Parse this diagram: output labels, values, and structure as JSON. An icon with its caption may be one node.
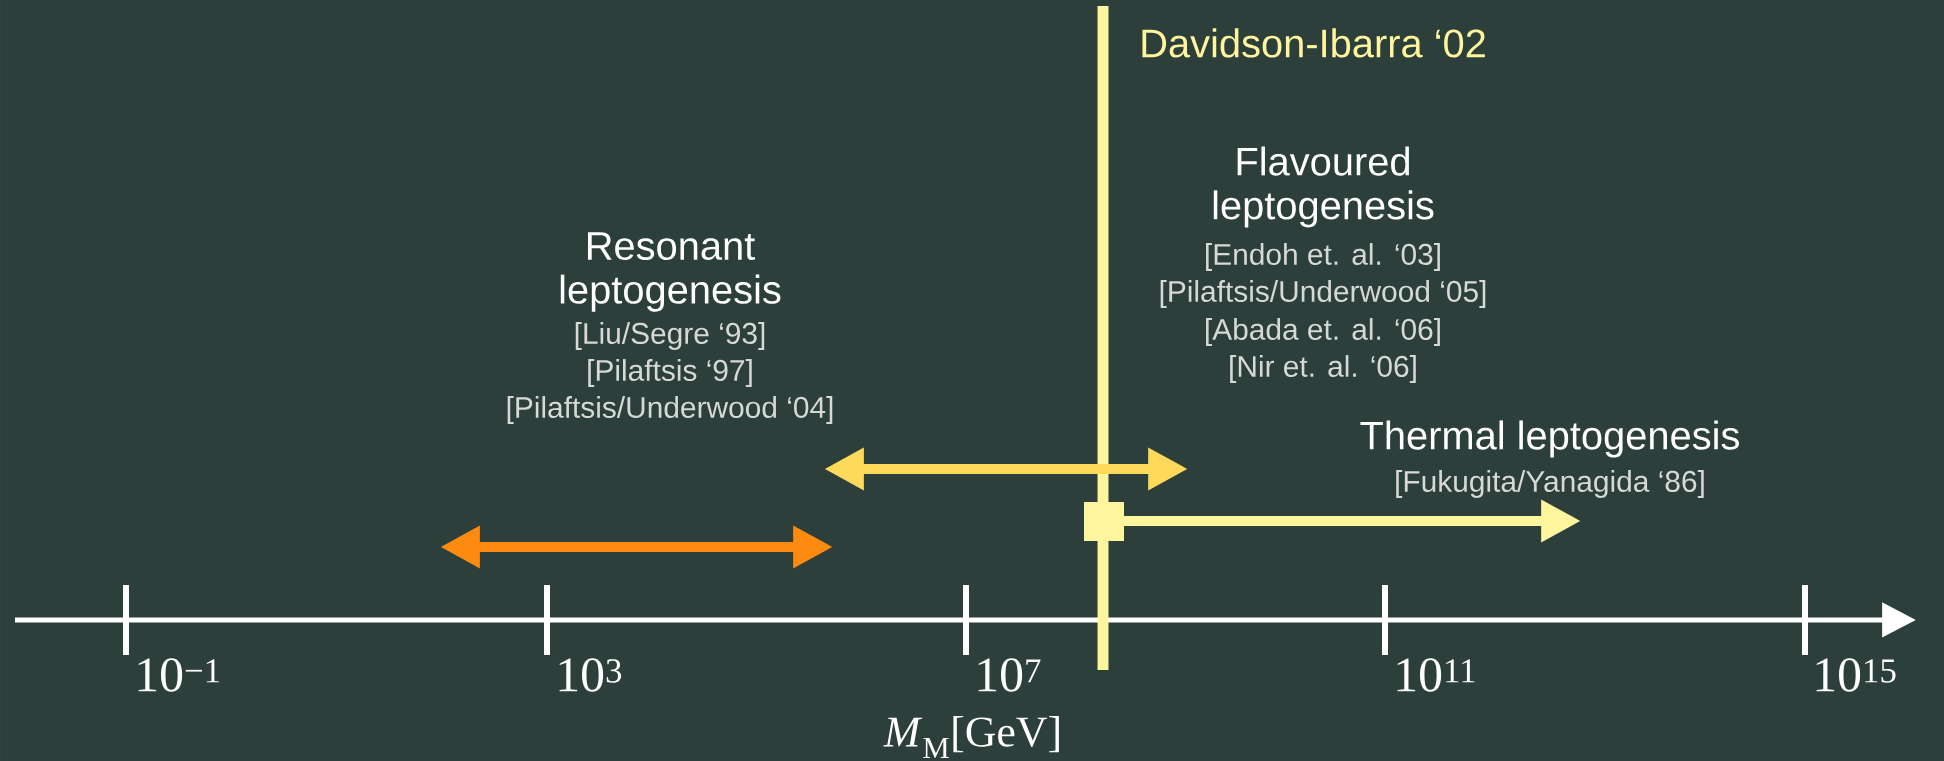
{
  "diagram": {
    "labels": [
      "Davidson-Ibarra ‘02",
      "Flavoured leptogenesis",
      "[Endoh et. al. ‘03]",
      "[Pilaftsis/Underwood ‘05]",
      "[Abada et. al. ‘06]",
      "[Nir et. al. ‘06]",
      "Resonant leptogenesis",
      "[Liu/Segre ‘93]",
      "[Pilaftsis ‘97]",
      "[Pilaftsis/Underwood ‘04]",
      "Thermal leptogenesis",
      "[Fukugita/Yanagida ‘86]",
      "10$^{−1}$",
      "10$^{3}$",
      "10$^{7}$",
      "10$^{11}$",
      "10$^{15}$",
      "*M*$_{M}$[GeV]"
    ]
  }
}
